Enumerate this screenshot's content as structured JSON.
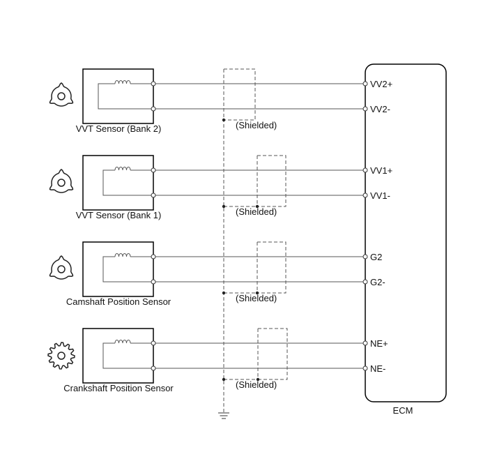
{
  "sensors": [
    {
      "label": "VVT Sensor (Bank 2)",
      "icon": "cam-rotor-icon",
      "pins": [
        "VV2+",
        "VV2-"
      ],
      "shield_label": "(Shielded)"
    },
    {
      "label": "VVT Sensor (Bank 1)",
      "icon": "cam-rotor-icon",
      "pins": [
        "VV1+",
        "VV1-"
      ],
      "shield_label": "(Shielded)"
    },
    {
      "label": "Camshaft Position Sensor",
      "icon": "cam-rotor-icon",
      "pins": [
        "G2",
        "G2-"
      ],
      "shield_label": "(Shielded)"
    },
    {
      "label": "Crankshaft Position Sensor",
      "icon": "crank-gear-icon",
      "pins": [
        "NE+",
        "NE-"
      ],
      "shield_label": "(Shielded)"
    }
  ],
  "ecm": {
    "label": "ECM"
  }
}
